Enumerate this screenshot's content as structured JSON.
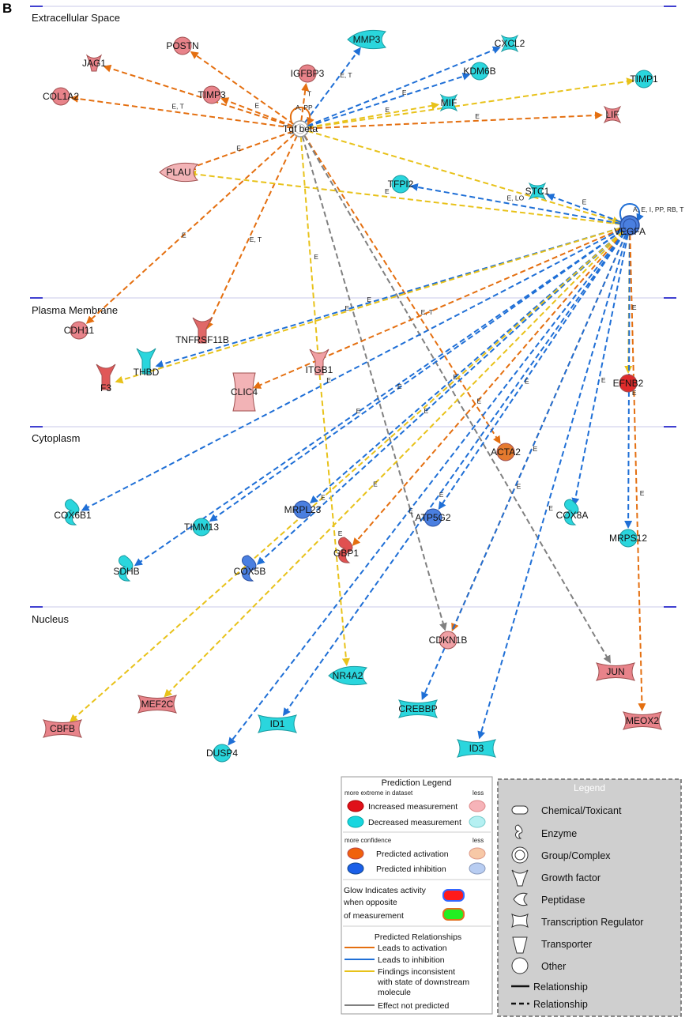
{
  "panel_label": "B",
  "regions": [
    {
      "id": "extracellular",
      "label": "Extracellular Space"
    },
    {
      "id": "plasma",
      "label": "Plasma Membrane"
    },
    {
      "id": "cytoplasm",
      "label": "Cytoplasm"
    },
    {
      "id": "nucleus",
      "label": "Nucleus"
    }
  ],
  "colors": {
    "activation": "#e46f10",
    "inhibition": "#1f6fd6",
    "inconsistent": "#e8c21a",
    "not_predicted": "#808080",
    "increased": "#e8838a",
    "increased_strong": "#e02b2b",
    "decreased": "#2ad6dd",
    "pred_activation": "#e57a2e",
    "pred_inhibition": "#4a7fe0"
  },
  "nodes": [
    {
      "id": "TGFB",
      "label": "Tgf beta",
      "shape": "group",
      "color": "#ffffff"
    },
    {
      "id": "VEGFA",
      "label": "VEGFA",
      "shape": "group",
      "color": "#4a7fe0"
    },
    {
      "id": "POSTN",
      "label": "POSTN",
      "shape": "circle",
      "color": "#e8838a"
    },
    {
      "id": "JAG1",
      "label": "JAG1",
      "shape": "growth",
      "color": "#e8838a"
    },
    {
      "id": "IGFBP3",
      "label": "IGFBP3",
      "shape": "circle",
      "color": "#e8838a"
    },
    {
      "id": "MMP3",
      "label": "MMP3",
      "shape": "peptidase",
      "color": "#2ad6dd"
    },
    {
      "id": "CXCL2",
      "label": "CXCL2",
      "shape": "cytokine",
      "color": "#2ad6dd"
    },
    {
      "id": "KDM6B",
      "label": "KDM6B",
      "shape": "circle",
      "color": "#2ad6dd"
    },
    {
      "id": "TIMP1",
      "label": "TIMP1",
      "shape": "circle",
      "color": "#2ad6dd"
    },
    {
      "id": "COL1A2",
      "label": "COL1A2",
      "shape": "circle",
      "color": "#e8838a"
    },
    {
      "id": "TIMP3",
      "label": "TIMP3",
      "shape": "circle",
      "color": "#e8838a"
    },
    {
      "id": "MIF",
      "label": "MIF",
      "shape": "cytokine",
      "color": "#2ad6dd"
    },
    {
      "id": "LIF",
      "label": "LIF",
      "shape": "cytokine",
      "color": "#e8838a"
    },
    {
      "id": "PLAU",
      "label": "PLAU",
      "shape": "peptidase",
      "color": "#f2b3b6"
    },
    {
      "id": "TFPI2",
      "label": "TFPI2",
      "shape": "circle",
      "color": "#2ad6dd"
    },
    {
      "id": "STC1",
      "label": "STC1",
      "shape": "cytokine",
      "color": "#2ad6dd"
    },
    {
      "id": "CDH11",
      "label": "CDH11",
      "shape": "circle",
      "color": "#e8838a"
    },
    {
      "id": "TNFRSF11B",
      "label": "TNFRSF11B",
      "shape": "receptor",
      "color": "#e06868"
    },
    {
      "id": "THBD",
      "label": "THBD",
      "shape": "receptor",
      "color": "#2ad6dd"
    },
    {
      "id": "F3",
      "label": "F3",
      "shape": "receptor",
      "color": "#e05858"
    },
    {
      "id": "CLIC4",
      "label": "CLIC4",
      "shape": "channel",
      "color": "#f2b3b6"
    },
    {
      "id": "ITGB1",
      "label": "ITGB1",
      "shape": "receptor",
      "color": "#f0a0a4"
    },
    {
      "id": "EFNB2",
      "label": "EFNB2",
      "shape": "circle",
      "color": "#e02b2b"
    },
    {
      "id": "ACTA2",
      "label": "ACTA2",
      "shape": "circle",
      "color": "#e57a2e"
    },
    {
      "id": "COX6B1",
      "label": "COX6B1",
      "shape": "enzyme",
      "color": "#2ad6dd"
    },
    {
      "id": "TIMM13",
      "label": "TIMM13",
      "shape": "circle",
      "color": "#2ad6dd"
    },
    {
      "id": "MRPL23",
      "label": "MRPL23",
      "shape": "circle",
      "color": "#4a7fe0"
    },
    {
      "id": "ATP5G2",
      "label": "ATP5G2",
      "shape": "circle",
      "color": "#4a7fe0"
    },
    {
      "id": "COX8A",
      "label": "COX8A",
      "shape": "enzyme",
      "color": "#2ad6dd"
    },
    {
      "id": "MRPS12",
      "label": "MRPS12",
      "shape": "circle",
      "color": "#2ad6dd"
    },
    {
      "id": "SDHB",
      "label": "SDHB",
      "shape": "enzyme",
      "color": "#2ad6dd"
    },
    {
      "id": "COX5B",
      "label": "COX5B",
      "shape": "enzyme",
      "color": "#4a7fe0"
    },
    {
      "id": "GBP1",
      "label": "GBP1",
      "shape": "enzyme",
      "color": "#e05050"
    },
    {
      "id": "CDKN1B",
      "label": "CDKN1B",
      "shape": "circle",
      "color": "#f0a0a4"
    },
    {
      "id": "JUN",
      "label": "JUN",
      "shape": "tr",
      "color": "#e8838a"
    },
    {
      "id": "NR4A2",
      "label": "NR4A2",
      "shape": "peptidase",
      "color": "#2ad6dd"
    },
    {
      "id": "MEF2C",
      "label": "MEF2C",
      "shape": "tr",
      "color": "#e8838a"
    },
    {
      "id": "CREBBP",
      "label": "CREBBP",
      "shape": "tr",
      "color": "#2ad6dd"
    },
    {
      "id": "CBFB",
      "label": "CBFB",
      "shape": "tr",
      "color": "#e8838a"
    },
    {
      "id": "ID1",
      "label": "ID1",
      "shape": "tr",
      "color": "#2ad6dd"
    },
    {
      "id": "ID3",
      "label": "ID3",
      "shape": "tr",
      "color": "#2ad6dd"
    },
    {
      "id": "MEOX2",
      "label": "MEOX2",
      "shape": "tr",
      "color": "#e8838a"
    },
    {
      "id": "DUSP4",
      "label": "DUSP4",
      "shape": "circle",
      "color": "#2ad6dd"
    }
  ],
  "edges": [
    {
      "from": "TGFB",
      "to": "POSTN",
      "type": "activation",
      "label": ""
    },
    {
      "from": "TGFB",
      "to": "JAG1",
      "type": "activation",
      "label": ""
    },
    {
      "from": "TGFB",
      "to": "COL1A2",
      "type": "activation",
      "label": "E, T"
    },
    {
      "from": "TGFB",
      "to": "TIMP3",
      "type": "activation",
      "label": "E"
    },
    {
      "from": "TGFB",
      "to": "IGFBP3",
      "type": "activation",
      "label": "T"
    },
    {
      "from": "TGFB",
      "to": "MMP3",
      "type": "inhibition",
      "label": "E, T"
    },
    {
      "from": "TGFB",
      "to": "CXCL2",
      "type": "inhibition",
      "label": ""
    },
    {
      "from": "TGFB",
      "to": "KDM6B",
      "type": "inhibition",
      "label": "E"
    },
    {
      "from": "TGFB",
      "to": "TIMP1",
      "type": "inconsistent",
      "label": ""
    },
    {
      "from": "TGFB",
      "to": "MIF",
      "type": "inconsistent",
      "label": "E"
    },
    {
      "from": "TGFB",
      "to": "LIF",
      "type": "activation",
      "label": "E"
    },
    {
      "from": "TGFB",
      "to": "PLAU",
      "type": "activation",
      "label": "E"
    },
    {
      "from": "TGFB",
      "to": "CDH11",
      "type": "activation",
      "label": "E"
    },
    {
      "from": "TGFB",
      "to": "TNFRSF11B",
      "type": "activation",
      "label": "E, T"
    },
    {
      "from": "TGFB",
      "to": "ITGB1",
      "type": "inconsistent",
      "label": "E"
    },
    {
      "from": "TGFB",
      "to": "ACTA2",
      "type": "activation",
      "label": ""
    },
    {
      "from": "TGFB",
      "to": "CDKN1B",
      "type": "not_predicted",
      "label": ""
    },
    {
      "from": "TGFB",
      "to": "JUN",
      "type": "not_predicted",
      "label": ""
    },
    {
      "from": "TGFB",
      "to": "VEGFA",
      "type": "inconsistent",
      "label": ""
    },
    {
      "from": "VEGFA",
      "to": "PLAU",
      "type": "inconsistent",
      "label": "E"
    },
    {
      "from": "VEGFA",
      "to": "TFPI2",
      "type": "inhibition",
      "label": "E, LO"
    },
    {
      "from": "VEGFA",
      "to": "STC1",
      "type": "inhibition",
      "label": "E"
    },
    {
      "from": "VEGFA",
      "to": "THBD",
      "type": "inhibition",
      "label": "E"
    },
    {
      "from": "VEGFA",
      "to": "F3",
      "type": "inconsistent",
      "label": "E"
    },
    {
      "from": "VEGFA",
      "to": "CLIC4",
      "type": "activation",
      "label": "E, T"
    },
    {
      "from": "VEGFA",
      "to": "EFNB2",
      "type": "inconsistent",
      "label": "E"
    },
    {
      "from": "VEGFA",
      "to": "COX6B1",
      "type": "inhibition",
      "label": "E"
    },
    {
      "from": "VEGFA",
      "to": "TIMM13",
      "type": "inhibition",
      "label": "E"
    },
    {
      "from": "VEGFA",
      "to": "MRPL23",
      "type": "inhibition",
      "label": "E"
    },
    {
      "from": "VEGFA",
      "to": "SDHB",
      "type": "inhibition",
      "label": "E"
    },
    {
      "from": "VEGFA",
      "to": "COX5B",
      "type": "inhibition",
      "label": "E"
    },
    {
      "from": "VEGFA",
      "to": "GBP1",
      "type": "activation",
      "label": "E"
    },
    {
      "from": "VEGFA",
      "to": "ATP5G2",
      "type": "inhibition",
      "label": "E"
    },
    {
      "from": "VEGFA",
      "to": "COX8A",
      "type": "inhibition",
      "label": "E"
    },
    {
      "from": "VEGFA",
      "to": "MRPS12",
      "type": "inhibition",
      "label": "E"
    },
    {
      "from": "VEGFA",
      "to": "CDKN1B",
      "type": "activation",
      "label": "E"
    },
    {
      "from": "VEGFA",
      "to": "MEOX2",
      "type": "activation",
      "label": "E"
    },
    {
      "from": "VEGFA",
      "to": "CREBBP",
      "type": "inhibition",
      "label": "E"
    },
    {
      "from": "VEGFA",
      "to": "ID1",
      "type": "inhibition",
      "label": "E"
    },
    {
      "from": "VEGFA",
      "to": "ID3",
      "type": "inhibition",
      "label": "E"
    },
    {
      "from": "VEGFA",
      "to": "DUSP4",
      "type": "inhibition",
      "label": "E"
    },
    {
      "from": "VEGFA",
      "to": "MEF2C",
      "type": "inconsistent",
      "label": "E"
    },
    {
      "from": "VEGFA",
      "to": "CBFB",
      "type": "inconsistent",
      "label": "E"
    },
    {
      "from": "ITGB1",
      "to": "NR4A2",
      "type": "inconsistent",
      "label": "E"
    }
  ],
  "self_loops": [
    {
      "node": "TGFB",
      "label": "A, PP"
    },
    {
      "node": "VEGFA",
      "label": "A, E, I, PP, RB, T"
    }
  ],
  "prediction_legend": {
    "title": "Prediction Legend",
    "measurement_header": "more extreme in dataset",
    "less": "less",
    "increased": "Increased measurement",
    "decreased": "Decreased measurement",
    "confidence_header": "more confidence",
    "activation": "Predicted activation",
    "inhibition": "Predicted inhibition",
    "glow_1": "Glow Indicates activity",
    "glow_2": "when opposite",
    "glow_3": "of measurement",
    "relationships_title": "Predicted Relationships",
    "rel_activation": "Leads to activation",
    "rel_inhibition": "Leads to inhibition",
    "rel_inconsistent_1": "Findings inconsistent",
    "rel_inconsistent_2": "with state of downstream",
    "rel_inconsistent_3": "molecule",
    "rel_not_predicted": "Effect not predicted"
  },
  "shape_legend": {
    "title": "Legend",
    "items": [
      {
        "icon": "chemical",
        "label": "Chemical/Toxicant"
      },
      {
        "icon": "enzyme",
        "label": "Enzyme"
      },
      {
        "icon": "group",
        "label": "Group/Complex"
      },
      {
        "icon": "growth-factor",
        "label": "Growth factor"
      },
      {
        "icon": "peptidase",
        "label": "Peptidase"
      },
      {
        "icon": "transcription-regulator",
        "label": "Transcription Regulator"
      },
      {
        "icon": "transporter",
        "label": "Transporter"
      },
      {
        "icon": "other",
        "label": "Other"
      }
    ],
    "solid": "Relationship",
    "dashed": "Relationship"
  }
}
